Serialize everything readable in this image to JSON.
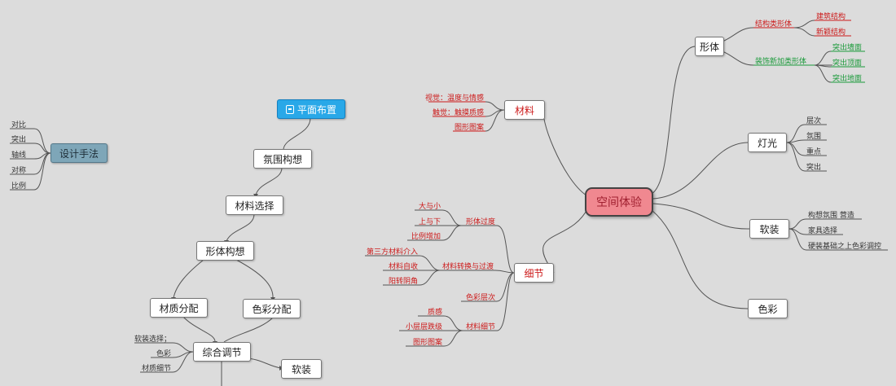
{
  "center": "空间体验",
  "branches": {
    "xingti": {
      "label": "形体",
      "structure_label": "结构类形体",
      "structure_items": [
        "建筑结构",
        "新颖结构"
      ],
      "decor_label": "装饰新加类形体",
      "decor_items": [
        "突出墙面",
        "突出顶面",
        "突出地面"
      ]
    },
    "dengguang": {
      "label": "灯光",
      "items": [
        "层次",
        "氛围",
        "重点",
        "突出"
      ]
    },
    "ruanzhuang": {
      "label": "软装",
      "items": [
        "构想氛围 营造",
        "家具选择",
        "硬装基础之上色彩调控"
      ]
    },
    "secai": {
      "label": "色彩"
    },
    "cailiao": {
      "label": "材料",
      "items": [
        "视觉：温度与情感",
        "触觉：触摸质感",
        "图形图案"
      ]
    },
    "xijie": {
      "label": "细节",
      "g1_label": "形体过度",
      "g1_items": [
        "大与小",
        "上与下",
        "比例增加"
      ],
      "g2_label": "材料转换与过渡",
      "g2_items": [
        "第三方材料介入",
        "材料自收",
        "阳转阴角"
      ],
      "g3_label": "色彩层次",
      "g4_label": "材料细节",
      "g4_items": [
        "质感",
        "小层层跌级",
        "图形图案"
      ]
    }
  },
  "design": {
    "label": "设计手法",
    "items": [
      "对比",
      "突出",
      "轴线",
      "对称",
      "比例"
    ]
  },
  "flow": {
    "plan": "平面布置",
    "atmosphere": "氛围构想",
    "material": "材料选择",
    "form": "形体构想",
    "texture": "材质分配",
    "color": "色彩分配",
    "combine": "综合调节",
    "soft": "软装",
    "combine_items": [
      "软装选择；",
      "色彩",
      "材质细节"
    ]
  },
  "colors": {
    "line": "#555555",
    "center_fill": "#f08890",
    "blue_node": "#29a8e8",
    "teal_node": "#7ea6b8"
  }
}
